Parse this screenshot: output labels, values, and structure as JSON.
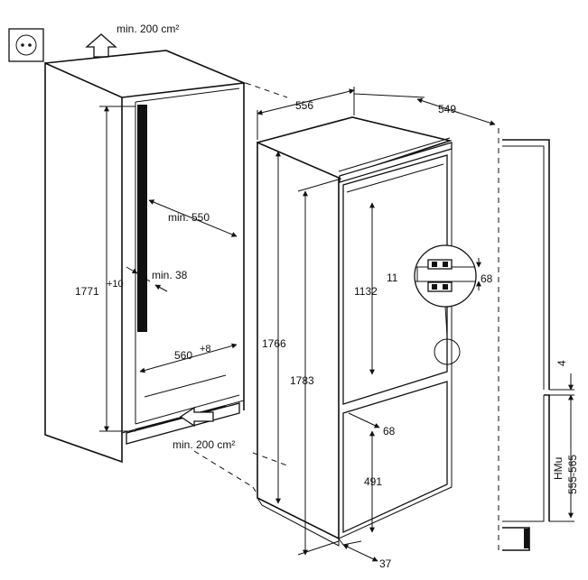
{
  "labels": {
    "vent_top": "min. 200 cm²",
    "vent_bottom": "min. 200 cm²",
    "niche_depth": "min. 550",
    "niche_height": "1771",
    "niche_height_tol": "+10",
    "wall_gap": "min. 38",
    "niche_width": "560",
    "niche_width_tol": "+8",
    "appliance_width": "556",
    "appliance_depth": "549",
    "height_1766": "1766",
    "height_1783": "1783",
    "hinge_height": "1132",
    "hinge_gap": "11",
    "hinge_offset": "68",
    "lower_68": "68",
    "lower_491": "491",
    "bottom_37": "37",
    "side_4": "4",
    "hmu_label": "HMu",
    "hmu_range": "555-565"
  }
}
